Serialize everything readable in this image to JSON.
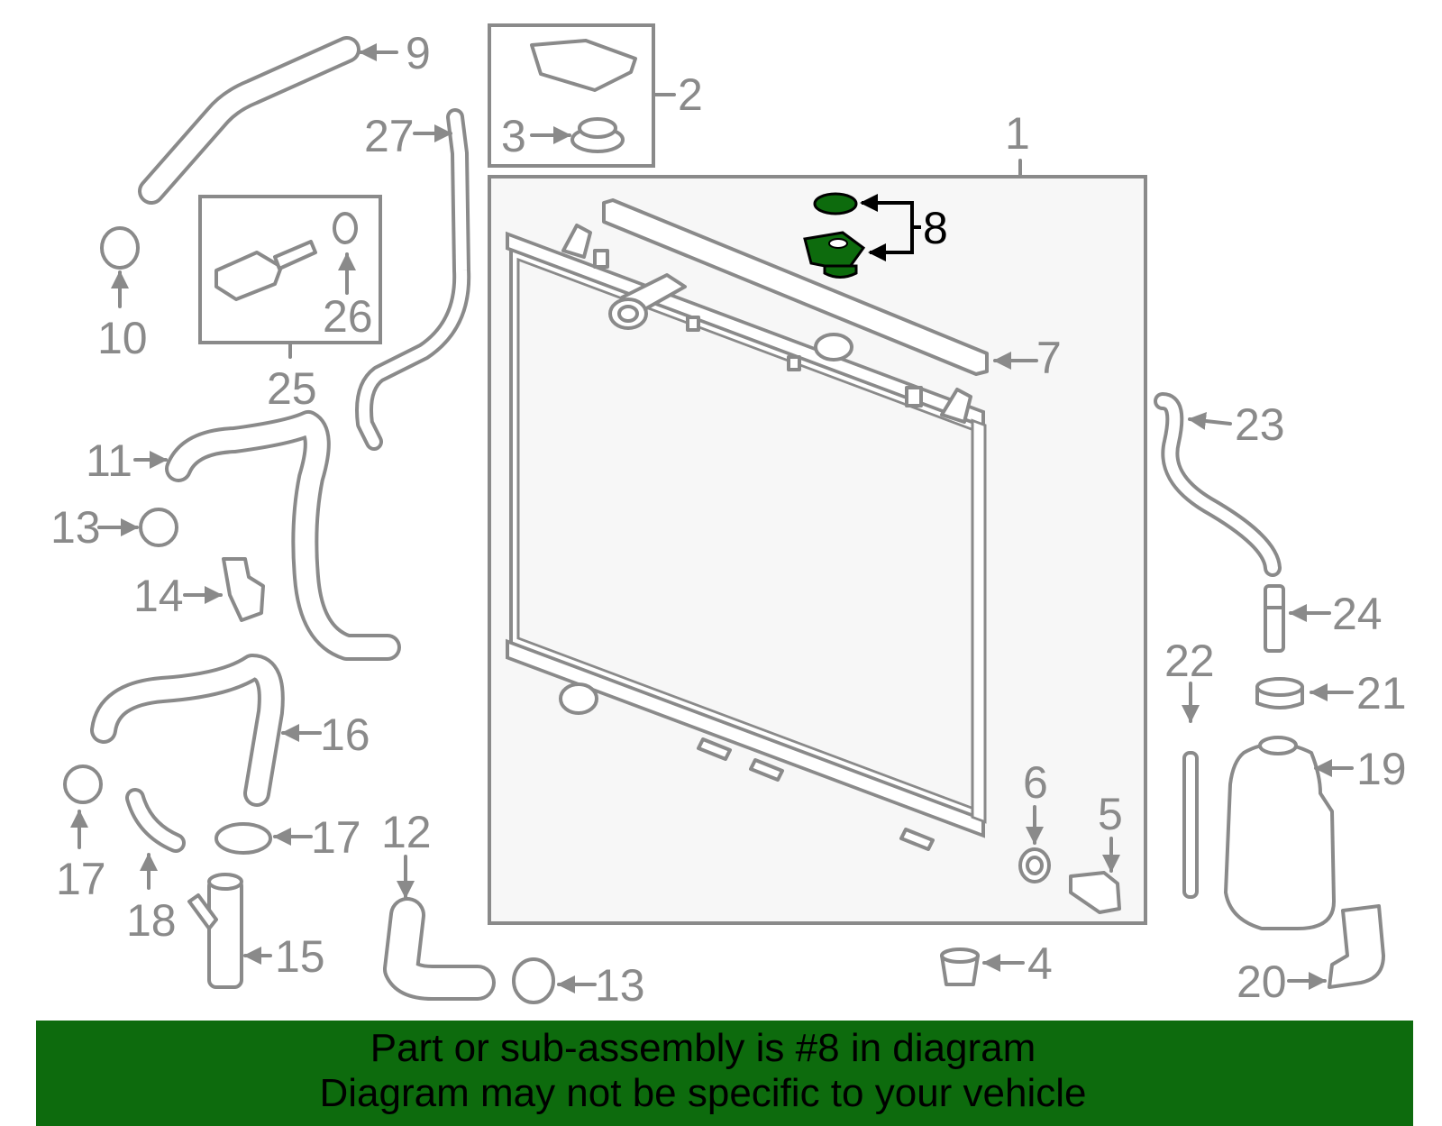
{
  "labels": {
    "p1": "1",
    "p2": "2",
    "p3": "3",
    "p4": "4",
    "p5": "5",
    "p6": "6",
    "p7": "7",
    "p8": "8",
    "p9": "9",
    "p10": "10",
    "p11": "11",
    "p12": "12",
    "p13a": "13",
    "p13b": "13",
    "p14": "14",
    "p15": "15",
    "p16": "16",
    "p17a": "17",
    "p17b": "17",
    "p18": "18",
    "p19": "19",
    "p20": "20",
    "p21": "21",
    "p22": "22",
    "p23": "23",
    "p24": "24",
    "p25": "25",
    "p26": "26",
    "p27": "27"
  },
  "highlight": {
    "part": "8",
    "color": "#0d6b0d"
  },
  "colors": {
    "lineart": "#8a8a8a",
    "banner": "#0d6b0d",
    "panel": "#f7f7f7"
  },
  "banner": {
    "line1": "Part or sub-assembly is #8 in diagram",
    "line2": "Diagram may not be specific to your vehicle"
  }
}
